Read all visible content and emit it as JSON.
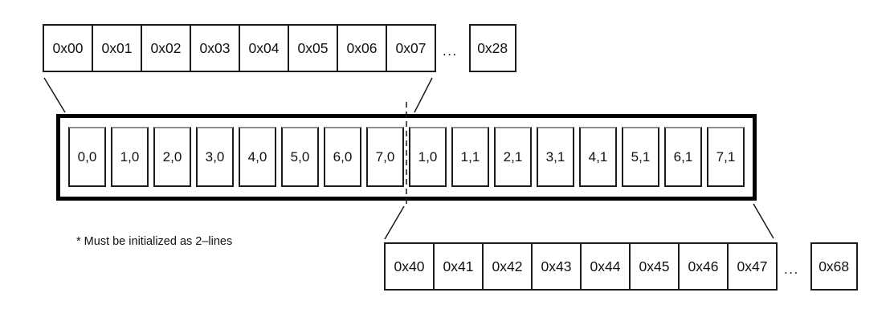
{
  "top_address_row": {
    "cells": [
      "0x00",
      "0x01",
      "0x02",
      "0x03",
      "0x04",
      "0x05",
      "0x06",
      "0x07"
    ],
    "ellipsis": "...",
    "end_cell": "0x28"
  },
  "cache_line": {
    "cells": [
      "0,0",
      "1,0",
      "2,0",
      "3,0",
      "4,0",
      "5,0",
      "6,0",
      "7,0",
      "1,0",
      "1,1",
      "2,1",
      "3,1",
      "4,1",
      "5,1",
      "6,1",
      "7,1"
    ]
  },
  "bottom_address_row": {
    "cells": [
      "0x40",
      "0x41",
      "0x42",
      "0x43",
      "0x44",
      "0x45",
      "0x46",
      "0x47"
    ],
    "ellipsis": "...",
    "end_cell": "0x68"
  },
  "note": "* Must be initialized as 2–lines",
  "colors": {
    "line": "#1a1a1a",
    "cell_border": "#1c1c1c",
    "cell_border_top": "#8f8f8f",
    "background": "#ffffff"
  }
}
